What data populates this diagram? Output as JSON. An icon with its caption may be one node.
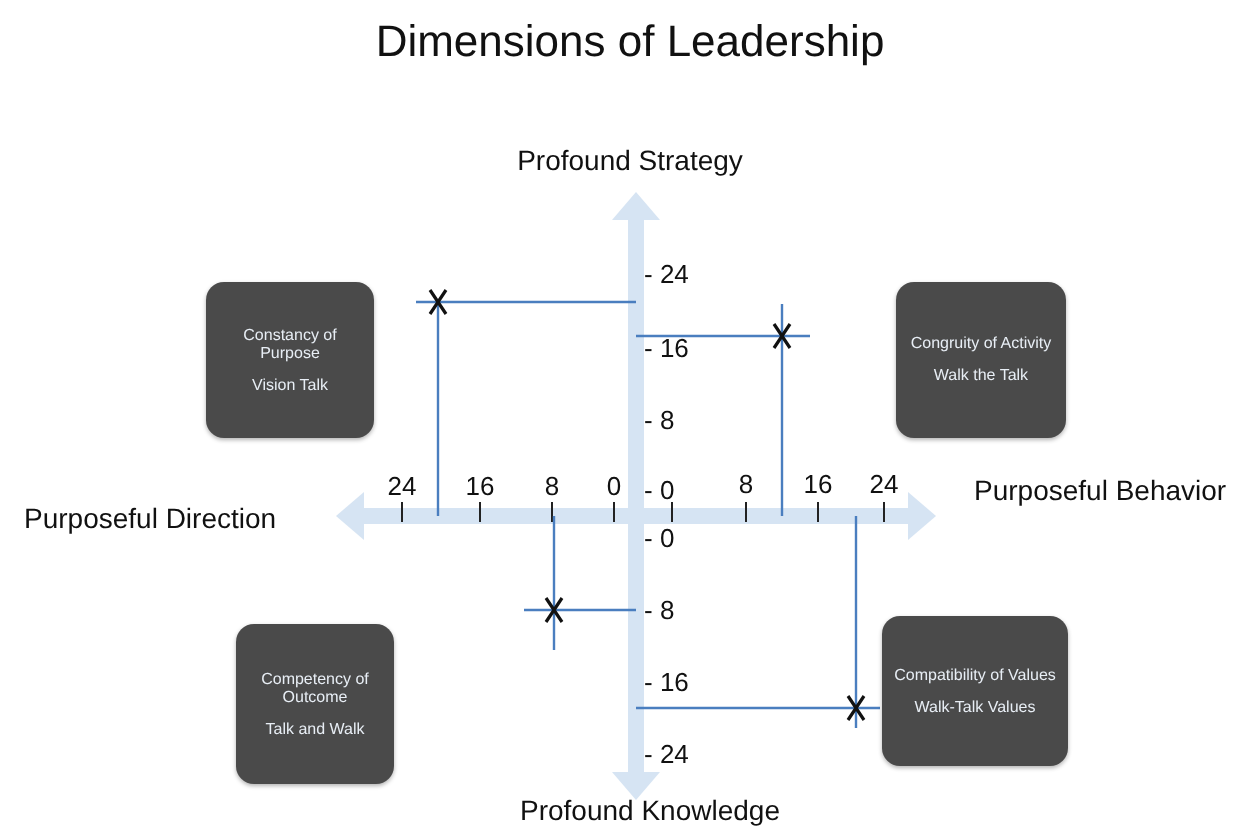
{
  "diagram": {
    "title": "Dimensions of Leadership",
    "nodes": [
      {
        "text": [
          "Constancy of Purpose",
          "Vision Talk"
        ]
      },
      {
        "text": [
          "Congruity of Activity",
          "Walk the Talk"
        ]
      },
      {
        "text": [
          "Competency of Outcome",
          "Talk and Walk"
        ]
      },
      {
        "text": [
          "Compatibility of Values",
          "Walk-Talk Values"
        ]
      }
    ],
    "labels": [
      "Profound Strategy",
      "Purposeful Direction",
      "Purposeful Behavior",
      "Profound Knowledge",
      "- 24",
      "- 16",
      "- 8",
      "- 0",
      "- 0",
      "- 8",
      "- 16",
      "- 24",
      "24",
      "16",
      "8",
      "0",
      "8",
      "16",
      "24"
    ]
  }
}
